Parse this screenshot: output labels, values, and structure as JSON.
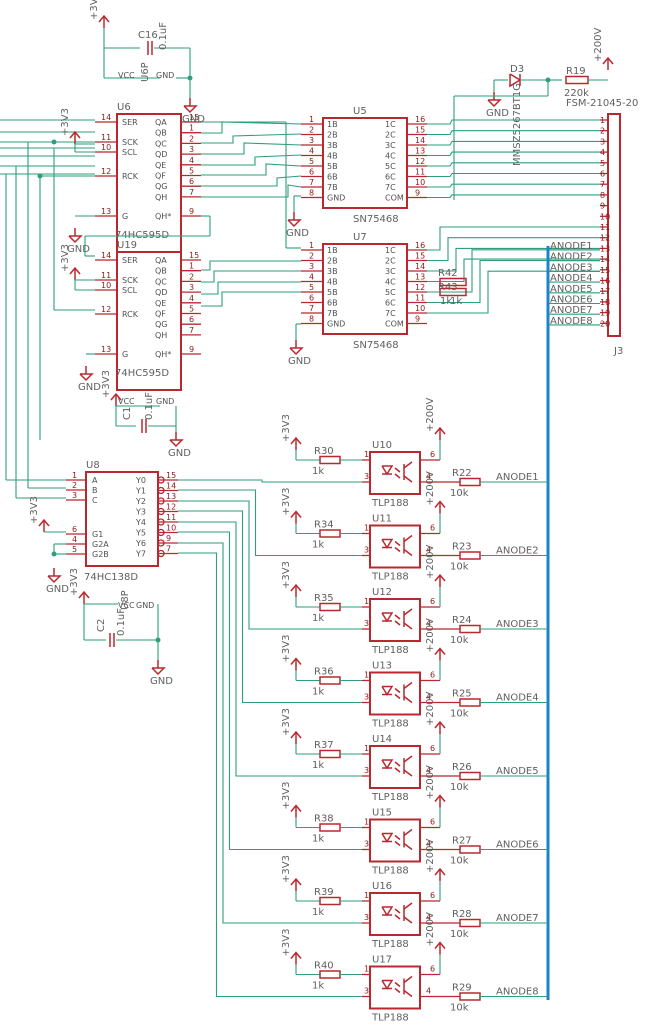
{
  "rails": {
    "p3v3": "+3V3",
    "p200v": "+200V",
    "gnd": "GND"
  },
  "pins": {
    "sn": [
      "1B",
      "2B",
      "3B",
      "4B",
      "5B",
      "6B",
      "7B",
      "GND",
      "COM",
      "7C",
      "6C",
      "5C",
      "4C",
      "3C",
      "2C",
      "1C"
    ],
    "hc595_left": [
      "SER",
      "SCK",
      "SCL",
      "RCK",
      "G"
    ],
    "hc595_right": [
      "QA",
      "QB",
      "QC",
      "QD",
      "QE",
      "QF",
      "QG",
      "QH",
      "QH*"
    ],
    "hc138_left": [
      "A",
      "B",
      "C",
      "G1",
      "G2A",
      "G2B"
    ],
    "hc138_right": [
      "Y0",
      "Y1",
      "Y2",
      "Y3",
      "Y4",
      "Y5",
      "Y6",
      "Y7"
    ],
    "vcc": "VCC",
    "gnd_short": "GND"
  },
  "parts": {
    "u6": {
      "ref": "U6",
      "value": "74HC595D"
    },
    "u19": {
      "ref": "U19",
      "value": "74HC595D"
    },
    "u5": {
      "ref": "U5",
      "value": "SN75468"
    },
    "u7": {
      "ref": "U7",
      "value": "SN75468"
    },
    "u8": {
      "ref": "U8",
      "value": "74HC138D"
    },
    "c16": {
      "ref": "C16",
      "value": "0.1uF"
    },
    "c1": {
      "ref": "C1",
      "value": "0.1uF"
    },
    "c2": {
      "ref": "C2",
      "value": "0.1uF"
    },
    "u6p": "U6P",
    "u8p": "U8P",
    "d3": {
      "ref": "D3",
      "value": "MMSZ5267BT1G"
    },
    "r19": {
      "ref": "R19",
      "value": "220k"
    },
    "r42": {
      "ref": "R42",
      "value": "1k"
    },
    "r43": {
      "ref": "R43",
      "value": "1k"
    },
    "j3": {
      "ref": "J3",
      "value": "FSM-21045-20"
    }
  },
  "connector_rows": [
    "ANODE1",
    "ANODE2",
    "ANODE3",
    "ANODE4",
    "ANODE5",
    "ANODE6",
    "ANODE7",
    "ANODE8"
  ],
  "opto": [
    {
      "u": "U10",
      "r_in": "R30",
      "r_out": "R22",
      "net": "ANODE1"
    },
    {
      "u": "U11",
      "r_in": "R34",
      "r_out": "R23",
      "net": "ANODE2"
    },
    {
      "u": "U12",
      "r_in": "R35",
      "r_out": "R24",
      "net": "ANODE3"
    },
    {
      "u": "U13",
      "r_in": "R36",
      "r_out": "R25",
      "net": "ANODE4"
    },
    {
      "u": "U14",
      "r_in": "R37",
      "r_out": "R26",
      "net": "ANODE5"
    },
    {
      "u": "U15",
      "r_in": "R38",
      "r_out": "R27",
      "net": "ANODE6"
    },
    {
      "u": "U16",
      "r_in": "R39",
      "r_out": "R28",
      "net": "ANODE7"
    },
    {
      "u": "U17",
      "r_in": "R40",
      "r_out": "R29",
      "net": "ANODE8"
    }
  ],
  "opto_common": {
    "part": "TLP188",
    "r_in_value": "1k",
    "r_out_value": "10k"
  }
}
